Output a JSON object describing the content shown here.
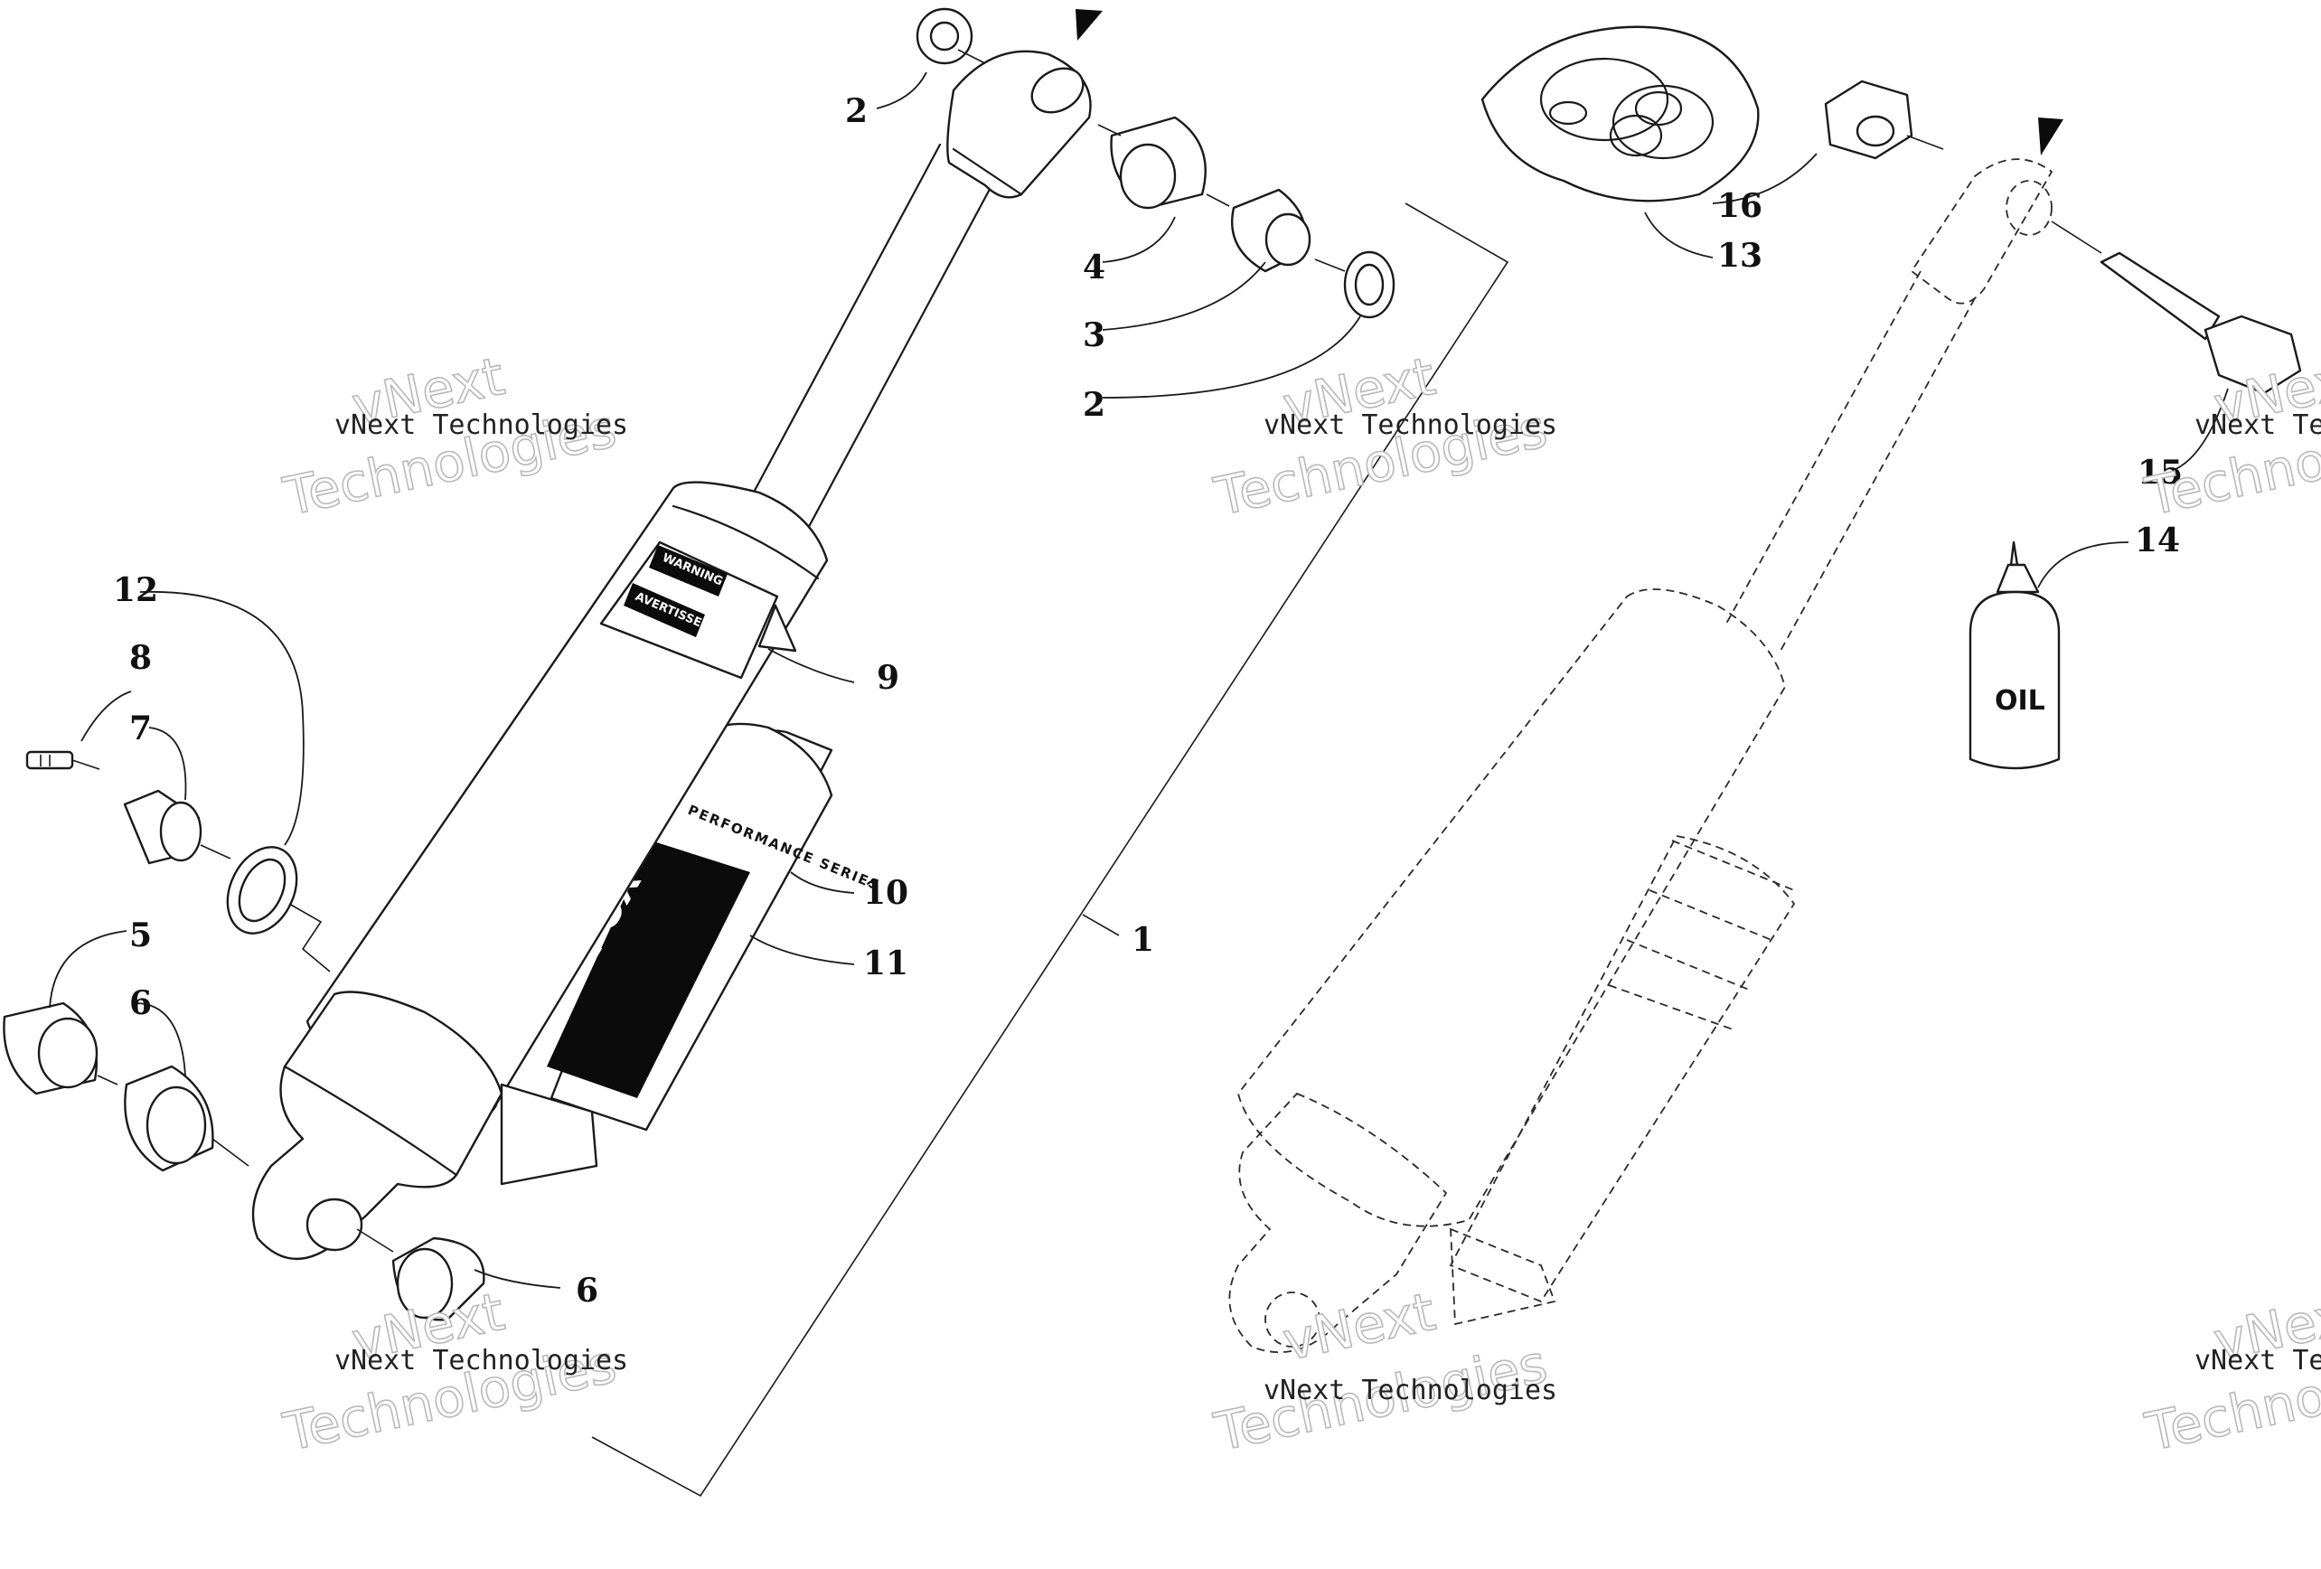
{
  "callouts": {
    "c1": "1",
    "c2a": "2",
    "c2b": "2",
    "c3": "3",
    "c4": "4",
    "c5": "5",
    "c6a": "6",
    "c6b": "6",
    "c7": "7",
    "c8": "8",
    "c9": "9",
    "c10": "10",
    "c11": "11",
    "c12": "12",
    "c13": "13",
    "c14": "14",
    "c15": "15",
    "c16": "16"
  },
  "oil_label": "OIL",
  "decal": {
    "warning": "WARNING",
    "avertissement": "AVERTISSEMENT",
    "brand_band": "PERFORMANCE SERIES",
    "logo": "FOX"
  },
  "watermark": {
    "small": "vNext Technologies",
    "big_line1": "vNext",
    "big_line2": "Technologies"
  },
  "colors": {
    "line": "#1a1a1a",
    "watermark_outline": "#b9b9b9"
  }
}
